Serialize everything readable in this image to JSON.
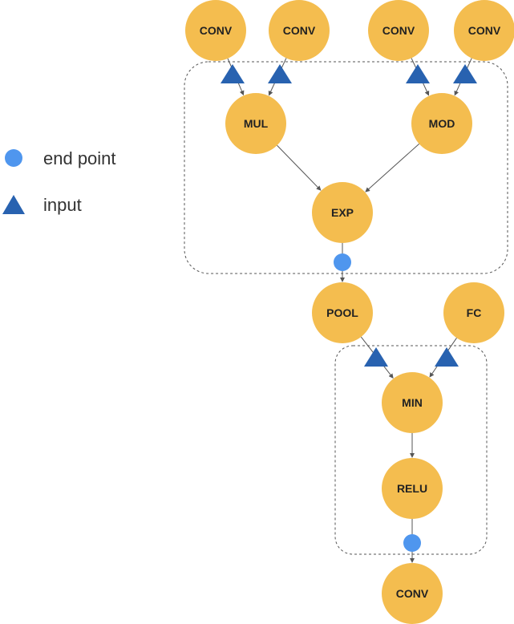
{
  "colors": {
    "node_fill": "#F4BD4F",
    "input_marker": "#2862B0",
    "end_point_marker": "#4F96EE",
    "edge": "#555555",
    "group_border": "#555555"
  },
  "legend": {
    "end_point_label": "end point",
    "input_label": "input"
  },
  "nodes": [
    {
      "id": "conv1",
      "label": "CONV"
    },
    {
      "id": "conv2",
      "label": "CONV"
    },
    {
      "id": "conv3",
      "label": "CONV"
    },
    {
      "id": "conv4",
      "label": "CONV"
    },
    {
      "id": "mul",
      "label": "MUL"
    },
    {
      "id": "mod",
      "label": "MOD"
    },
    {
      "id": "exp",
      "label": "EXP"
    },
    {
      "id": "pool",
      "label": "POOL"
    },
    {
      "id": "fc",
      "label": "FC"
    },
    {
      "id": "min",
      "label": "MIN"
    },
    {
      "id": "relu",
      "label": "RELU"
    },
    {
      "id": "conv5",
      "label": "CONV"
    }
  ],
  "edges": [
    {
      "from": "conv1",
      "to": "mul",
      "marker": "input"
    },
    {
      "from": "conv2",
      "to": "mul",
      "marker": "input"
    },
    {
      "from": "conv3",
      "to": "mod",
      "marker": "input"
    },
    {
      "from": "conv4",
      "to": "mod",
      "marker": "input"
    },
    {
      "from": "mul",
      "to": "exp"
    },
    {
      "from": "mod",
      "to": "exp"
    },
    {
      "from": "exp",
      "to": "pool",
      "marker": "end_point"
    },
    {
      "from": "pool",
      "to": "min",
      "marker": "input"
    },
    {
      "from": "fc",
      "to": "min",
      "marker": "input"
    },
    {
      "from": "min",
      "to": "relu"
    },
    {
      "from": "relu",
      "to": "conv5",
      "marker": "end_point"
    }
  ],
  "groups": [
    {
      "id": "group-1",
      "members": [
        "mul",
        "mod",
        "exp"
      ]
    },
    {
      "id": "group-2",
      "members": [
        "min",
        "relu"
      ]
    }
  ]
}
